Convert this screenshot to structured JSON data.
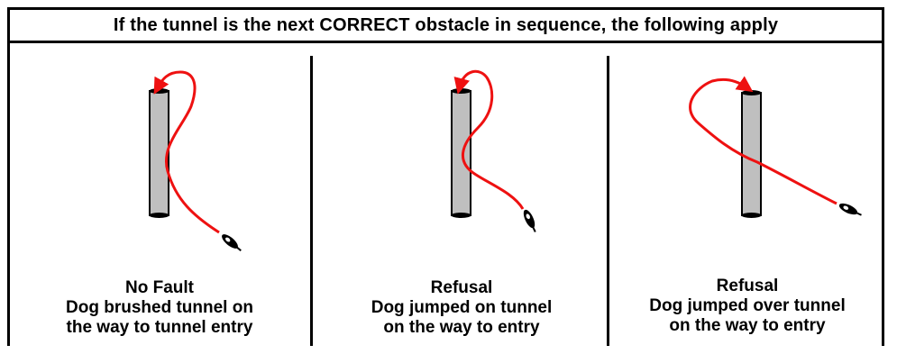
{
  "header": {
    "title": "If the tunnel is the next CORRECT obstacle in sequence, the following apply"
  },
  "panels": [
    {
      "result": "No Fault",
      "line1": "Dog brushed tunnel on",
      "line2": "the way to tunnel entry"
    },
    {
      "result": "Refusal",
      "line1": "Dog jumped on tunnel",
      "line2": "on the way to entry"
    },
    {
      "result": "Refusal",
      "line1": "Dog jumped over tunnel",
      "line2": "on the way to entry"
    }
  ],
  "colors": {
    "path": "#ee1111",
    "tunnel_fill": "#bfbfbf",
    "outline": "#000000"
  },
  "icons": [
    "tunnel-icon",
    "dog-icon",
    "path-arrow"
  ]
}
